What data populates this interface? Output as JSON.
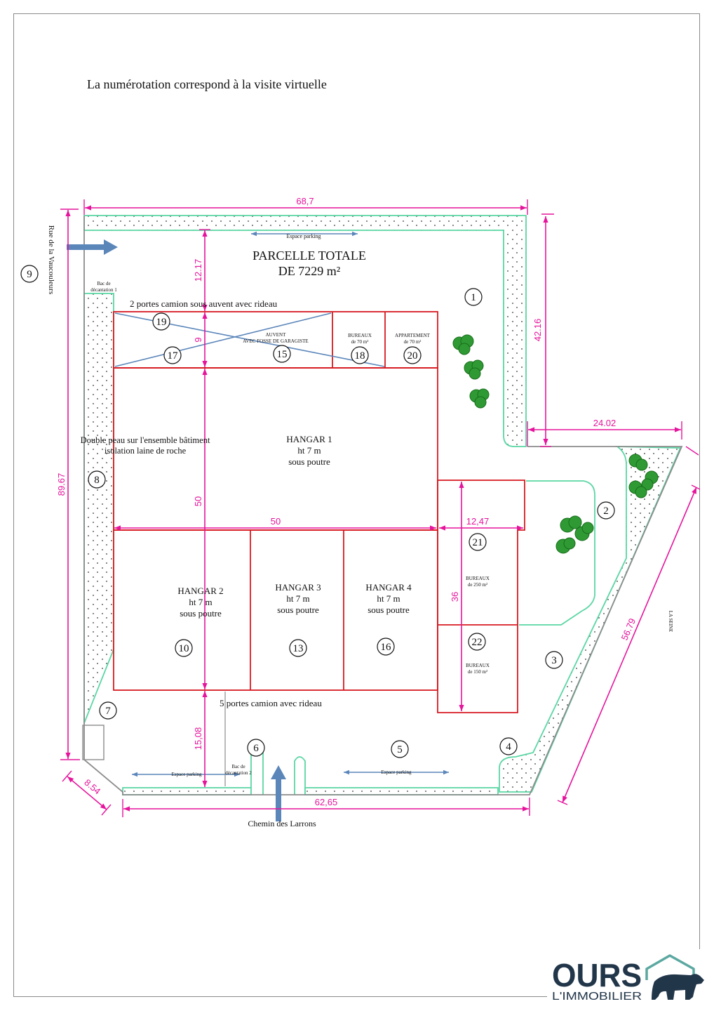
{
  "title": "La numérotation correspond à la visite virtuelle",
  "parcel": {
    "line1": "PARCELLE TOTALE",
    "line2": "DE 7229 m²"
  },
  "dimensions": {
    "top_width": "68,7",
    "west_length": "89.67",
    "north_gap": "12.17",
    "auvent_depth": "9",
    "hangar1_depth": "50",
    "hangar_width": "50",
    "south_gap": "15,08",
    "east_upper_length": "42.16",
    "east_step": "24.02",
    "offices_width": "12,47",
    "offices_depth": "36",
    "east_diagonal": "56.79",
    "south_width": "62,65",
    "southwest_corner": "8.54"
  },
  "streets": {
    "west": "Rue de la Vaucouleurs",
    "south": "Chemin des Larrons",
    "east": "LA SEINE"
  },
  "labels": {
    "parking_north": "Espace parking",
    "parking_south_west": "Espace parking",
    "parking_south_east": "Espace parking",
    "tank_1": [
      "Bac de",
      "décantation 1"
    ],
    "tank_2": [
      "Bac de",
      "décantation 2"
    ],
    "doors_north": "2 portes camion sous auvent avec rideau",
    "doors_south": "5 portes camion avec rideau",
    "insulation": [
      "Double peau sur l'ensemble bâtiment",
      "isolation laine de roche"
    ]
  },
  "rooms": {
    "auvent": [
      "AUVENT",
      "AVEC FOSSE DE GARAGISTE"
    ],
    "bureaux_70": [
      "BUREAUX",
      "de 70 m²"
    ],
    "appartement": [
      "APPARTEMENT",
      "de 70 m²"
    ],
    "hangar_1": [
      "HANGAR 1",
      "ht 7 m",
      "sous poutre"
    ],
    "hangar_2": [
      "HANGAR 2",
      "ht 7 m",
      "sous poutre"
    ],
    "hangar_3": [
      "HANGAR 3",
      "ht 7 m",
      "sous poutre"
    ],
    "hangar_4": [
      "HANGAR 4",
      "ht 7 m",
      "sous poutre"
    ],
    "bureaux_250": [
      "BUREAUX",
      "de 250 m²"
    ],
    "bureaux_150": [
      "BUREAUX",
      "de 150 m²"
    ]
  },
  "markers": [
    "9",
    "1",
    "19",
    "17",
    "15",
    "18",
    "20",
    "8",
    "2",
    "21",
    "10",
    "13",
    "16",
    "22",
    "3",
    "7",
    "6",
    "5",
    "4"
  ],
  "logo": {
    "name": "OURS",
    "tagline": "L'IMMOBILIER"
  },
  "colors": {
    "building": "#d71920",
    "dimension": "#e6149c",
    "arrow": "#5b86ba",
    "greenery": "#5ad6a4",
    "trees": "#2f9a33",
    "boundary": "#8c8c8c",
    "logo_navy": "#22364a",
    "logo_teal": "#5ba8a1"
  }
}
